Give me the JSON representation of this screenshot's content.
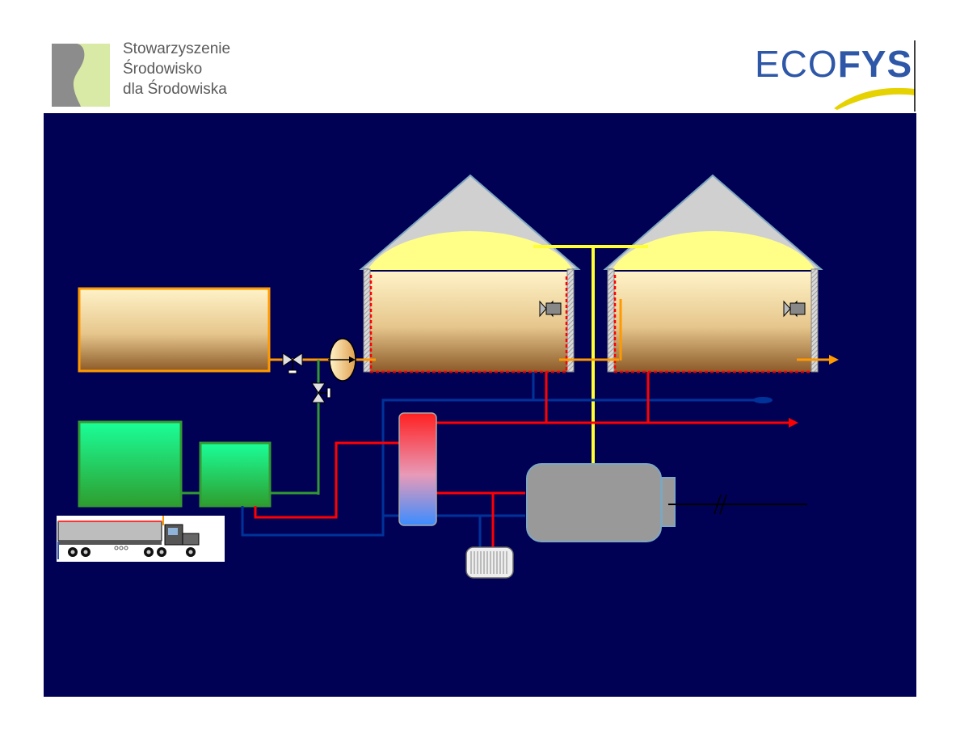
{
  "header": {
    "left_logo": {
      "lines": [
        "Stowarzyszenie",
        "Środowisko",
        "dla Środowiska"
      ]
    },
    "right_logo": {
      "prefix": "ECO",
      "suffix": "FYS"
    }
  },
  "colors": {
    "background": "#000055",
    "biogas_line": "#ffff33",
    "substrate_line": "#ff9900",
    "hot_water": "#ff0000",
    "cold_water": "#003399",
    "green_line": "#339933",
    "electric_line": "#000000",
    "logo_blue": "#2e57a8",
    "logo_swoosh": "#e6d200"
  },
  "diagram": {
    "components": [
      "substrate-tank",
      "manure-pit",
      "pre-pit",
      "feed-pump",
      "main-digester",
      "post-digester",
      "heat-storage-tank",
      "chp-engine",
      "radiator-cooler",
      "delivery-truck"
    ]
  }
}
